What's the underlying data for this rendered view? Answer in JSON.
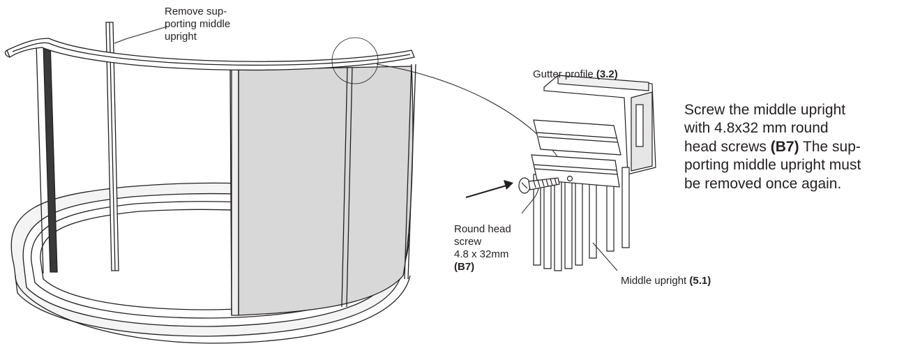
{
  "labels": {
    "remove_upright": "Remove sup-\nporting middle\nupright",
    "gutter_profile": "Gutter profile ",
    "gutter_profile_code": "(3.2)",
    "screw_text": "Round head\nscrew\n4.8 x 32mm\n",
    "screw_code": "(B7)",
    "middle_upright": "Middle upright ",
    "middle_upright_code": "(5.1)"
  },
  "instruction": {
    "part1": "Screw the middle upright\nwith 4.8x32 mm round\nhead screws ",
    "code": "(B7)",
    "part2": " The sup-\nporting middle upright must\nbe removed once again."
  },
  "colors": {
    "line": "#231f20",
    "glass": "#d8d8d8",
    "glass_light": "#ececec",
    "frame": "#4a4a4a"
  }
}
